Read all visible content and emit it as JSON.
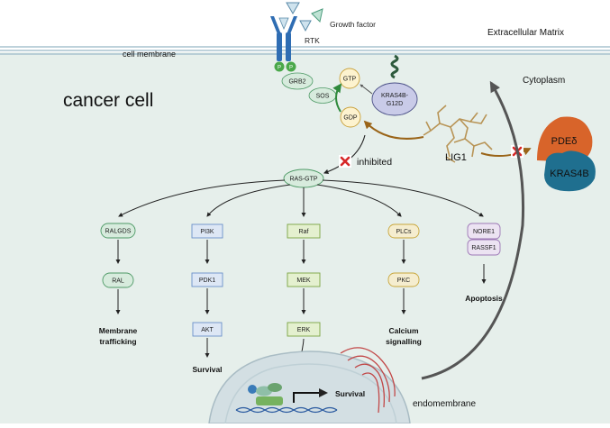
{
  "labels": {
    "growth_factor": "Growth factor",
    "rtk": "RTK",
    "extracellular_matrix": "Extracellular Matrix",
    "cell_membrane": "cell membrane",
    "cytoplasm": "Cytoplasm",
    "cancer_cell": "cancer cell",
    "inhibited": "inhibited",
    "lig1": "LIG1",
    "endomembrane": "endomembrane"
  },
  "nodes": {
    "p1": "P",
    "p2": "P",
    "grb2": "GRB2",
    "sos": "SOS",
    "gtp": "GTP",
    "gdp": "GDP",
    "kras_line1": "KRAS4B-",
    "kras_line2": "G12D",
    "ras_gtp": "RAS-GTP",
    "pde_delta": "PDEδ",
    "kras4b": "KRAS4B"
  },
  "pathways": {
    "ralgds": "RALGDS",
    "ral": "RAL",
    "membrane_line1": "Membrane",
    "membrane_line2": "trafficking",
    "pi3k": "PI3K",
    "pdk1": "PDK1",
    "akt": "AKT",
    "survival_akt": "Survival",
    "raf": "Raf",
    "mek": "MEK",
    "erk": "ERK",
    "plcs": "PLCs",
    "pkc": "PKC",
    "calcium_line1": "Calcium",
    "calcium_line2": "signalling",
    "nore1": "NORE1",
    "rassf1": "RASSF1",
    "apoptosis": "Apoptosis",
    "survival_nucleus": "Survival"
  },
  "colors": {
    "cytoplasm_bg": "#e6efeb",
    "membrane": "#b8cfd8",
    "rtk": "#2f6db3",
    "phospho": "#4aa84a",
    "ras_box_fill": "#d7ebdd",
    "ras_box_stroke": "#4e9a66",
    "pi3k_fill": "#dde7f5",
    "pi3k_stroke": "#6a8fc9",
    "raf_fill": "#e4f0cf",
    "raf_stroke": "#7aa341",
    "plc_fill": "#f5edcf",
    "plc_stroke": "#c8a63b",
    "nore_fill": "#ece3f2",
    "nore_stroke": "#9d78b6",
    "kras_fill": "#c9cbe8",
    "pde_fill": "#d8642a",
    "kras4b_fill": "#1f6f8f",
    "inhibit_x": "#d62828",
    "lig1": "#b89456",
    "brown_arrow": "#9a6418"
  }
}
